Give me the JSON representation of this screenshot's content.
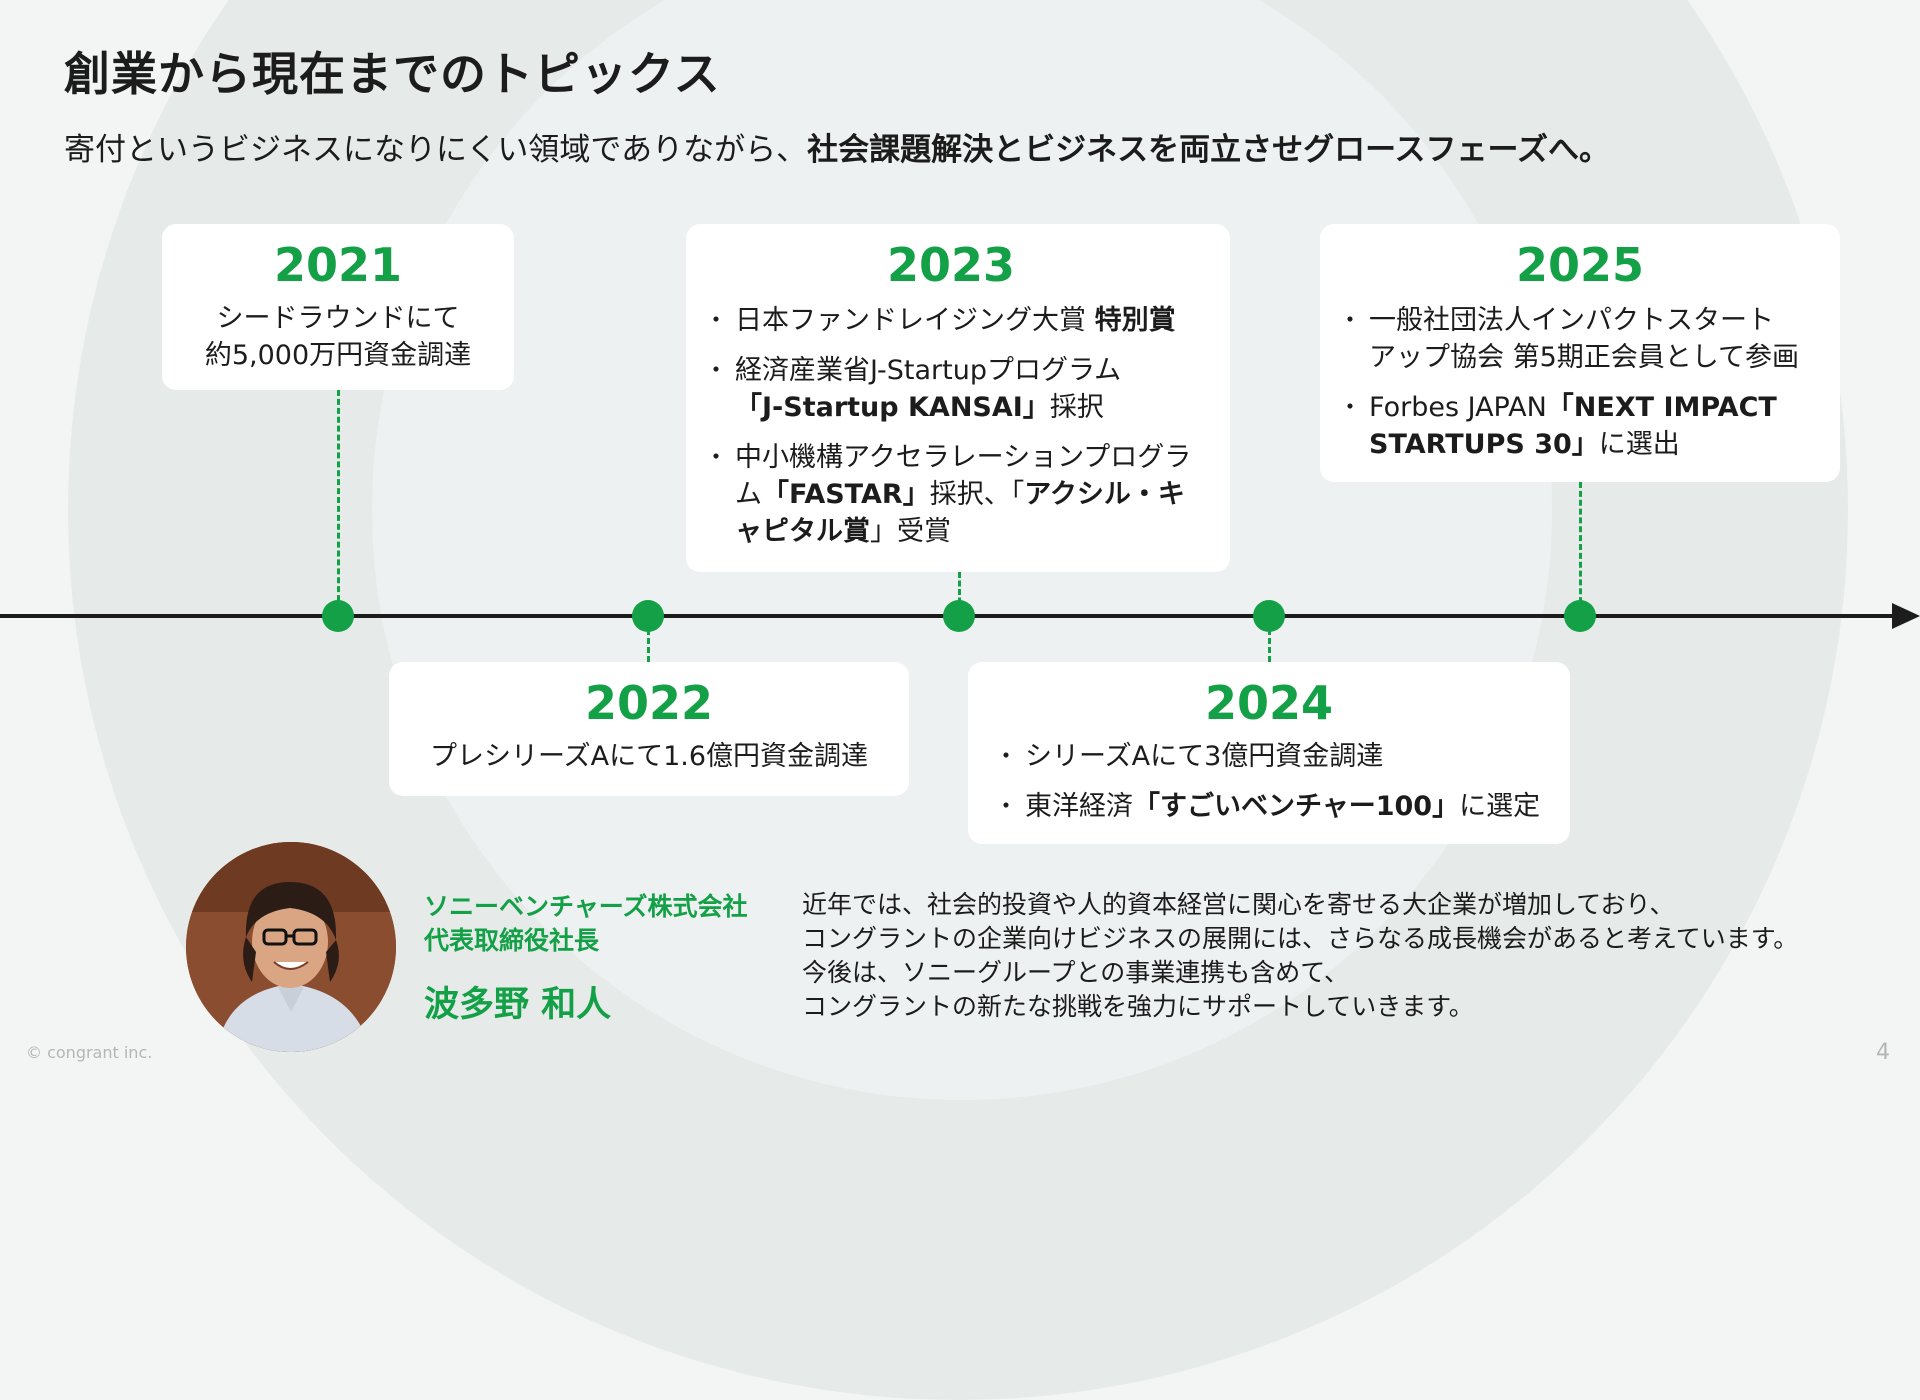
{
  "header": {
    "title": "創業から現在までのトピックス",
    "subtitle_plain": "寄付というビジネスになりにくい領域でありながら、",
    "subtitle_bold": "社会課題解決とビジネスを両立させグロースフェーズへ。"
  },
  "timeline": {
    "y2021": {
      "year": "2021",
      "line1": "シードラウンドにて",
      "line2": "約5,000万円資金調達"
    },
    "y2022": {
      "year": "2022",
      "line1": "プレシリーズAにて1.6億円資金調達"
    },
    "y2023": {
      "year": "2023",
      "b1_plain": "日本ファンドレイジング大賞 ",
      "b1_bold": "特別賞",
      "b2_plain": "経済産業省J-Startupプログラム",
      "b2_bold": "「J-Startup KANSAI」",
      "b2_tail": "採択",
      "b3_plain1": "中小機構アクセラレーションプログラム",
      "b3_bold1": "「FASTAR」",
      "b3_plain2": "採択、「",
      "b3_bold2": "アクシル・キャピタル賞",
      "b3_tail": "」受賞"
    },
    "y2024": {
      "year": "2024",
      "b1": "シリーズAにて3億円資金調達",
      "b2_plain": "東洋経済",
      "b2_bold": "「すごいベンチャー100」",
      "b2_tail": "に選定"
    },
    "y2025": {
      "year": "2025",
      "b1_line1": "一般社団法人インパクトスタート",
      "b1_line2": "アップ協会 第5期正会員として参画",
      "b2_plain": "Forbes JAPAN",
      "b2_bold1": "「NEXT IMPACT",
      "b2_bold2": "STARTUPS 30」",
      "b2_tail": "に選出"
    }
  },
  "person": {
    "company": "ソニーベンチャーズ株式会社",
    "role": "代表取締役社長",
    "name": "波多野 和人"
  },
  "quote": {
    "line1": "近年では、社会的投資や人的資本経営に関心を寄せる大企業が増加しており、",
    "line2": "コングラントの企業向けビジネスの展開には、さらなる成長機会があると考えています。",
    "line3": "今後は、ソニーグループとの事業連携も含めて、",
    "line4": "コングラントの新たな挑戦を強力にサポートしていきます。"
  },
  "footer": {
    "copyright": "© congrant inc.",
    "page_number": "4"
  },
  "colors": {
    "accent": "#14a047",
    "axis": "#1c1c1c",
    "background": "#f3f5f5"
  }
}
